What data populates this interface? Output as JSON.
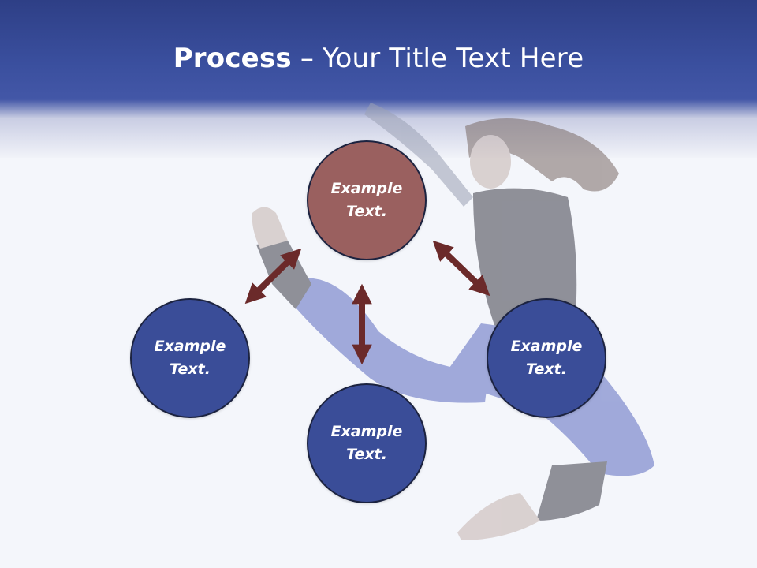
{
  "title": {
    "bold": "Process",
    "rest": " – Your Title Text Here"
  },
  "nodes": {
    "top": {
      "label": "Example Text.",
      "color": "#9a605f"
    },
    "left": {
      "label": "Example Text.",
      "color": "#3a4d98"
    },
    "right": {
      "label": "Example Text.",
      "color": "#3a4d98"
    },
    "bottom": {
      "label": "Example Text.",
      "color": "#3a4d98"
    }
  },
  "colors": {
    "header": "#3a4f9e",
    "arrow": "#6b2a2a",
    "background": "#f4f6fb"
  },
  "icons": [
    "double-arrow-icon"
  ]
}
